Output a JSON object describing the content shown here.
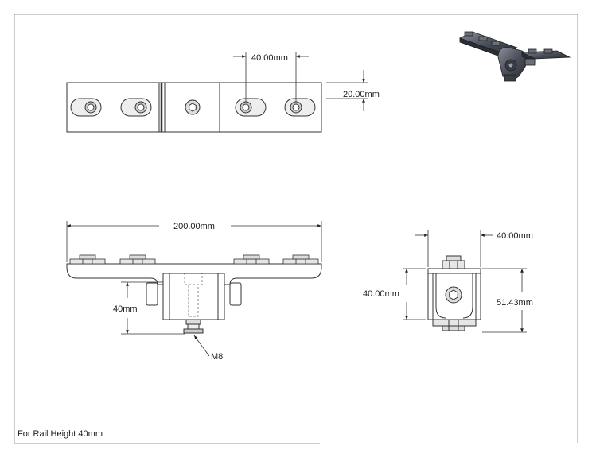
{
  "dimensions": {
    "slot_spacing": "40.00mm",
    "plate_width": "20.00mm",
    "overall_length": "200.00mm",
    "bracket_height": "40mm",
    "thread": "M8",
    "side_width": "40.00mm",
    "side_height": "40.00mm",
    "total_height": "51.43mm"
  },
  "note": "For Rail Height 40mm"
}
